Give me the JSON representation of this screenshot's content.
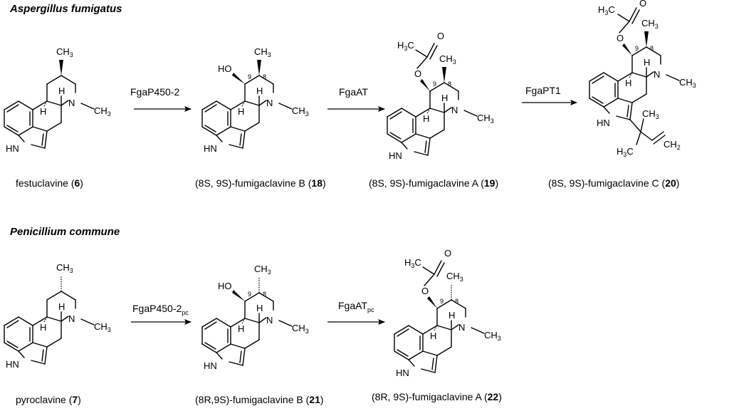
{
  "figure": {
    "organisms": [
      "Aspergillus fumigatus",
      "Penicillium commune"
    ],
    "atoms": {
      "methyl": "CH",
      "methyl_sub": "3",
      "methyl_c": "H",
      "methyl_c_sub": "3",
      "methyl_c_tail": "C",
      "nitrogen": "N",
      "indole_nh": "HN",
      "hydroxyl": "HO",
      "hydrogen": "H",
      "vinyl": "CH",
      "vinyl_sub": "2",
      "carbonyl_o": "O",
      "ester_o": "O",
      "locant_8": "8",
      "locant_9": "9"
    },
    "reactions": [
      {
        "enzyme": "FgaP450-2",
        "enzyme_sub": ""
      },
      {
        "enzyme": "FgaAT",
        "enzyme_sub": ""
      },
      {
        "enzyme": "FgaPT1",
        "enzyme_sub": ""
      },
      {
        "enzyme": "FgaP450-2",
        "enzyme_sub": "pc"
      },
      {
        "enzyme": "FgaAT",
        "enzyme_sub": "pc"
      }
    ],
    "compounds": [
      {
        "prefix": "",
        "name": "festuclavine (",
        "number": "6",
        "suffix": ")"
      },
      {
        "prefix": "(8S, 9S)",
        "name": "-fumigaclavine B (",
        "number": "18",
        "suffix": ")"
      },
      {
        "prefix": "(8S, 9S)",
        "name": "-fumigaclavine A (",
        "number": "19",
        "suffix": ")"
      },
      {
        "prefix": "(8S, 9S)",
        "name": "-fumigaclavine C (",
        "number": "20",
        "suffix": ")"
      },
      {
        "prefix": "",
        "name": "pyroclavine (",
        "number": "7",
        "suffix": ")"
      },
      {
        "prefix": "(8R,9S)",
        "name": "-fumigaclavine B (",
        "number": "21",
        "suffix": ")"
      },
      {
        "prefix": "(8R, 9S)",
        "name": "-fumigaclavine A (",
        "number": "22",
        "suffix": ")"
      }
    ]
  }
}
